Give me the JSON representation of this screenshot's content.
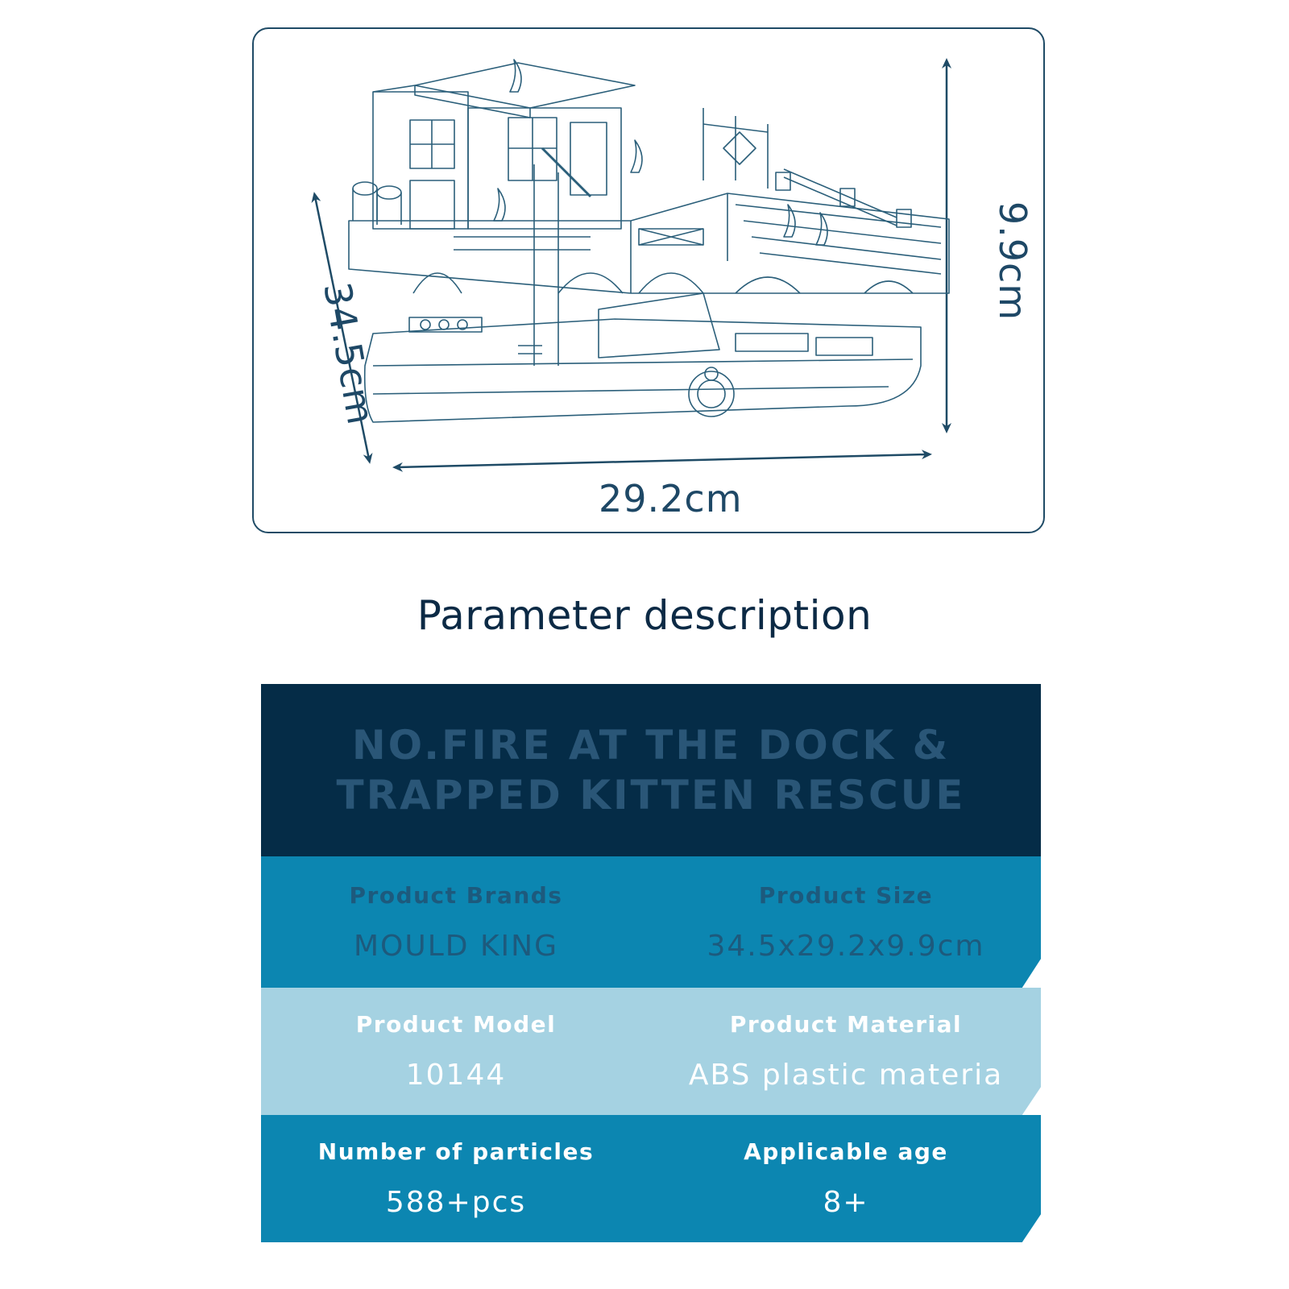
{
  "dimensions": {
    "width": "29.2cm",
    "depth": "34.5cm",
    "height": "9.9cm"
  },
  "heading": "Parameter description",
  "product": {
    "title_line1": "NO.FIRE AT THE DOCK &",
    "title_line2": "TRAPPED KITTEN RESCUE"
  },
  "params": {
    "brand_label": "Product Brands",
    "brand_value": "MOULD KING",
    "size_label": "Product Size",
    "size_value": "34.5x29.2x9.9cm",
    "model_label": "Product Model",
    "model_value": "10144",
    "material_label": "Product Material",
    "material_value": "ABS plastic materia",
    "particles_label": "Number of particles",
    "particles_value": "588+pcs",
    "age_label": "Applicable age",
    "age_value": "8+"
  },
  "colors": {
    "line_art": "#2b5f7a",
    "header_dark": "#052c47",
    "row_blue": "#0c86b1",
    "row_light": "#a5d2e2",
    "heading_text": "#0c2a45"
  }
}
